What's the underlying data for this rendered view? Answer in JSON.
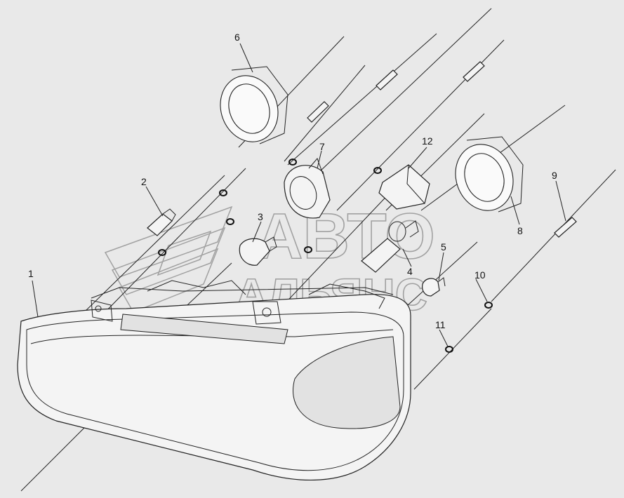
{
  "watermark": {
    "line1": "АВТО",
    "line2": "АЛЬЯНС"
  },
  "callouts": [
    {
      "id": "1",
      "label": "1"
    },
    {
      "id": "2",
      "label": "2"
    },
    {
      "id": "3",
      "label": "3"
    },
    {
      "id": "4",
      "label": "4"
    },
    {
      "id": "5",
      "label": "5"
    },
    {
      "id": "6",
      "label": "6"
    },
    {
      "id": "7",
      "label": "7"
    },
    {
      "id": "8",
      "label": "8"
    },
    {
      "id": "9",
      "label": "9"
    },
    {
      "id": "10",
      "label": "10"
    },
    {
      "id": "11",
      "label": "11"
    },
    {
      "id": "12",
      "label": "12"
    }
  ]
}
